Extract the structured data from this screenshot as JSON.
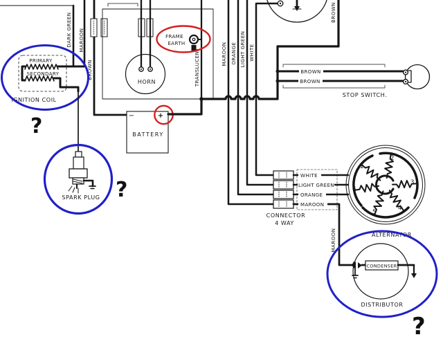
{
  "colors": {
    "ink": "#161616",
    "paper": "#ffffff",
    "annotation_blue": "#2020c8",
    "annotation_red": "#d42020"
  },
  "components": {
    "ignition_coil": {
      "primary_label": "PRIMARY",
      "secondary_label": "SECONDARY",
      "label": "IGNITION COIL"
    },
    "horn": {
      "label": "HORN"
    },
    "frame_earth": {
      "line1": "FRAME",
      "line2": "EARTH"
    },
    "battery": {
      "label": "BATTERY",
      "minus": "−",
      "plus": "+"
    },
    "spark_plug": {
      "label": "SPARK PLUG"
    },
    "stop_switch": {
      "label": "STOP SWITCH."
    },
    "connector": {
      "label_line1": "CONNECTOR",
      "label_line2": "4 WAY",
      "pins": [
        {
          "label": "WHITE"
        },
        {
          "label": "LIGHT GREEN"
        },
        {
          "label": "ORANGE"
        },
        {
          "label": "MAROON"
        }
      ]
    },
    "alternator": {
      "label": "ALTERNATOR",
      "coils": [
        {
          "n": "1"
        },
        {
          "n": "2"
        },
        {
          "n": "3"
        },
        {
          "n": "4"
        },
        {
          "n": "5"
        },
        {
          "n": "6"
        }
      ]
    },
    "distributor": {
      "label": "DISTRIBUTOR",
      "condenser_label": "CONDENSER"
    }
  },
  "wire_labels": {
    "dark_green": "DARK GREEN",
    "maroon_left": "MAROON",
    "brown_left": "BROWN",
    "translucent": "TRANSLUCENT",
    "maroon_mid": "MAROON",
    "orange_mid": "ORANGE",
    "light_green_mid": "LIGHT GREEN",
    "white_mid": "WHITE",
    "brown_top_right": "BROWN",
    "brown_stop_upper": "BROWN",
    "brown_stop_lower": "BROWN",
    "maroon_right": "MAROON"
  },
  "annotations": {
    "q_ignition_coil": "?",
    "q_spark_plug": "?",
    "q_distributor": "?"
  }
}
